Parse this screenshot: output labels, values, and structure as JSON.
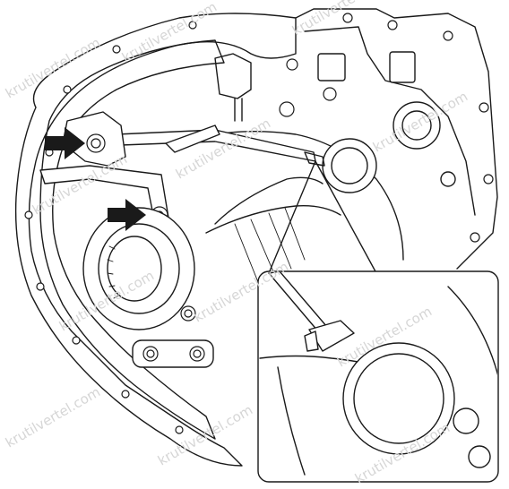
{
  "watermark": {
    "text": "krutilvertel.com",
    "color": "#d6d6d6"
  },
  "colors": {
    "line": "#1a1a1a",
    "background": "#ffffff",
    "arrow": "#1a1a1a"
  },
  "callouts": [
    {
      "name": "arrow-upper-bolt",
      "icon": "black-arrow-right"
    },
    {
      "name": "arrow-lower-bolt",
      "icon": "black-arrow-right"
    }
  ],
  "inset": {
    "name": "detail-inset",
    "description_icon": "magnified-bearing-with-tool"
  }
}
